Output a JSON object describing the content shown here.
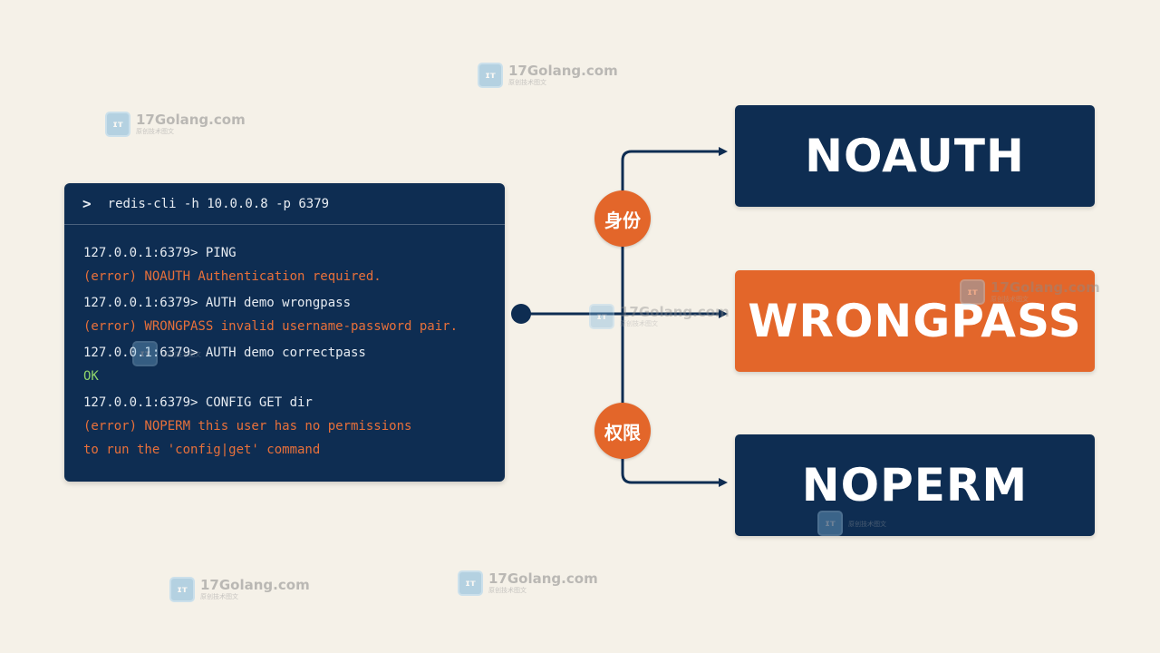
{
  "terminal": {
    "command": "redis-cli -h 10.0.0.8 -p 6379",
    "prompt_icon": "chevron-right-icon",
    "lines": [
      {
        "type": "cmd",
        "text": "127.0.0.1:6379> PING"
      },
      {
        "type": "err",
        "text": "(error) NOAUTH Authentication required."
      },
      {
        "type": "cmd",
        "text": "127.0.0.1:6379> AUTH demo wrongpass"
      },
      {
        "type": "err",
        "text": "(error) WRONGPASS invalid username-password pair."
      },
      {
        "type": "cmd",
        "text": "127.0.0.1:6379> AUTH demo correctpass"
      },
      {
        "type": "ok",
        "text": "OK"
      },
      {
        "type": "cmd",
        "text": "127.0.0.1:6379> CONFIG GET dir"
      },
      {
        "type": "err",
        "text": "(error) NOPERM this user has no permissions"
      },
      {
        "type": "err",
        "text": "to run the 'config|get' command"
      }
    ]
  },
  "outcomes": {
    "noauth": "NOAUTH",
    "wrongpass": "WRONGPASS",
    "noperm": "NOPERM"
  },
  "badges": {
    "identity": "身份",
    "permission": "权限"
  },
  "watermark": {
    "name": "17Golang.com",
    "sub": "原创技术图文",
    "logo_text": "ɪᴛ"
  },
  "colors": {
    "navy": "#0e2d52",
    "orange": "#e3662a",
    "background": "#f5f1e8",
    "error_text": "#e8703a",
    "ok_text": "#8fd46b"
  }
}
